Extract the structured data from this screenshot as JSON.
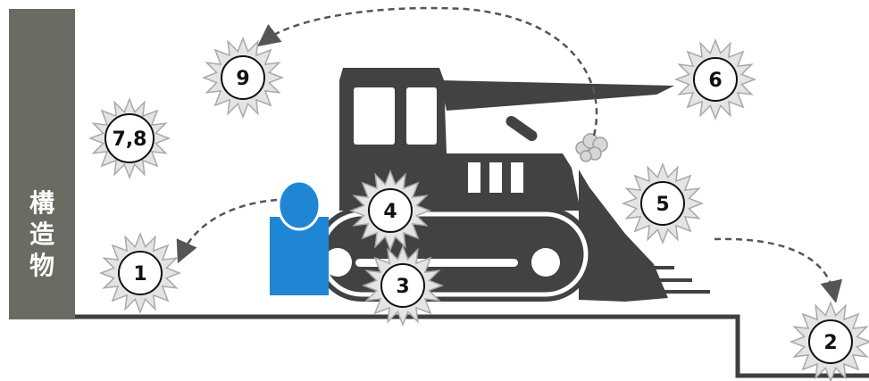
{
  "structure": {
    "label_chars": [
      "構",
      "造",
      "物"
    ]
  },
  "markers": [
    {
      "id": "m1",
      "label": "1"
    },
    {
      "id": "m2",
      "label": "2"
    },
    {
      "id": "m3",
      "label": "3"
    },
    {
      "id": "m4",
      "label": "4"
    },
    {
      "id": "m5",
      "label": "5"
    },
    {
      "id": "m6",
      "label": "6"
    },
    {
      "id": "m78",
      "label": "7,8"
    },
    {
      "id": "m9",
      "label": "9"
    }
  ],
  "colors": {
    "wall": "#6b6b63",
    "bulldozer": "#424242",
    "worker": "#1f86d6",
    "ground": "#3f3f3f",
    "burst_fill": "#e4e4e4",
    "burst_stroke": "#a9a9a9",
    "arrow": "#555555"
  },
  "icons": {
    "worker": "person-icon",
    "machine": "bulldozer-icon",
    "dust": "dust-cloud-icon",
    "hazard": "burst-icon"
  }
}
